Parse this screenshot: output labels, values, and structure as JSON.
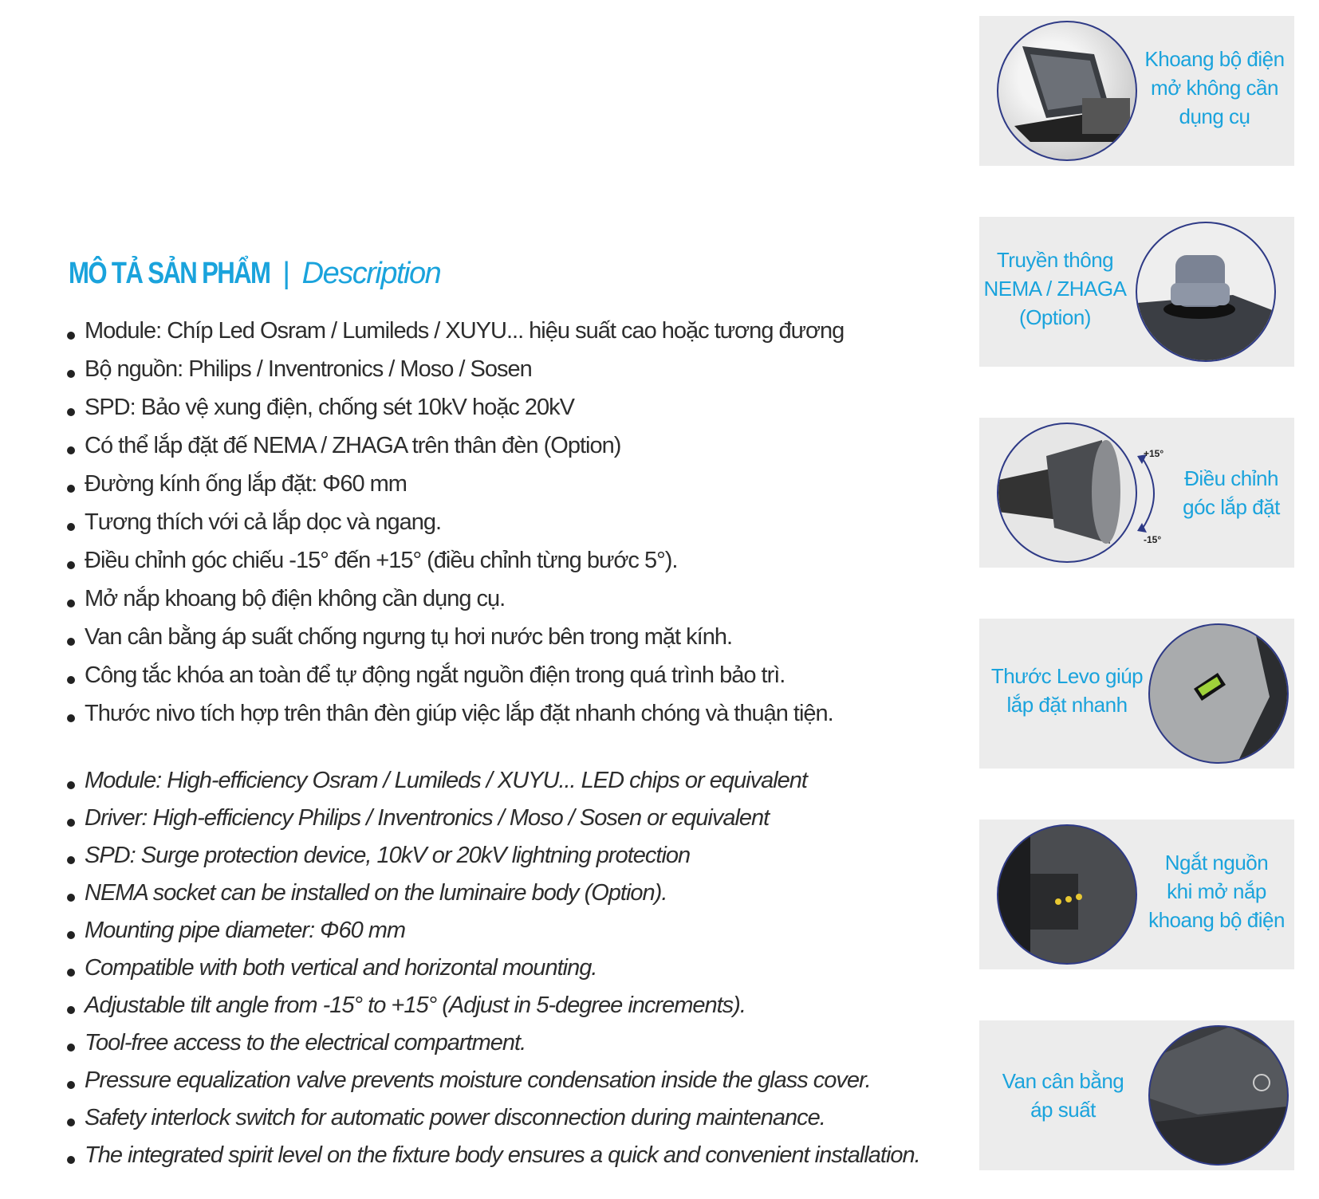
{
  "heading": {
    "vi": "MÔ TẢ SẢN PHẨM",
    "separator": "|",
    "en": "Description"
  },
  "vi_bullets": [
    "Module: Chíp Led Osram / Lumileds / XUYU... hiệu suất cao hoặc tương đương",
    "Bộ nguồn: Philips / Inventronics / Moso / Sosen",
    "SPD: Bảo vệ xung điện, chống sét 10kV hoặc 20kV",
    "Có thể lắp đặt đế NEMA / ZHAGA trên thân đèn (Option)",
    "Đường kính ống lắp đặt: Φ60 mm",
    "Tương thích với cả lắp dọc và ngang.",
    "Điều chỉnh góc chiếu -15° đến +15° (điều chỉnh từng bước 5°).",
    "Mở nắp khoang bộ điện không cần dụng cụ.",
    "Van cân bằng áp suất chống ngưng tụ hơi nước bên trong mặt kính.",
    "Công tắc khóa an toàn để tự động ngắt nguồn điện trong quá trình bảo trì.",
    "Thước nivo tích hợp trên thân đèn giúp việc lắp đặt nhanh chóng và thuận tiện."
  ],
  "en_bullets": [
    "Module: High-efficiency Osram / Lumileds  / XUYU...  LED chips or equivalent",
    "Driver: High-efficiency Philips / Inventronics / Moso / Sosen or equivalent",
    "SPD: Surge protection device, 10kV or 20kV lightning protection",
    "NEMA socket can be installed on the luminaire body (Option).",
    "Mounting pipe diameter: Φ60 mm",
    "Compatible with both vertical and horizontal mounting.",
    "Adjustable tilt angle from -15° to +15° (Adjust in 5-degree increments).",
    "Tool-free access to the electrical compartment.",
    "Pressure equalization valve prevents moisture condensation inside the glass cover.",
    "Safety interlock switch for automatic power disconnection during maintenance.",
    "The integrated spirit level on the fixture body ensures a quick and convenient installation."
  ],
  "features": [
    {
      "lines": [
        "Khoang bộ điện",
        "mở không cần",
        "dụng cụ"
      ],
      "icon": "compartment-image"
    },
    {
      "lines": [
        "Truyền thông",
        "NEMA / ZHAGA",
        "(Option)"
      ],
      "icon": "nema-socket-image"
    },
    {
      "lines": [
        "Điều chỉnh",
        "góc lắp đặt"
      ],
      "icon": "tilt-joint-image",
      "angle_top": "+15°",
      "angle_bottom": "-15°"
    },
    {
      "lines": [
        "Thước Levo giúp",
        "lắp đặt nhanh"
      ],
      "icon": "spirit-level-image"
    },
    {
      "lines": [
        "Ngắt nguồn",
        "khi mở nắp",
        "khoang bộ điện"
      ],
      "icon": "interlock-switch-image"
    },
    {
      "lines": [
        "Van cân bằng",
        "áp suất"
      ],
      "icon": "pressure-valve-image"
    }
  ],
  "colors": {
    "accent": "#1aa3dc",
    "circle_border": "#2e3a86",
    "panel_bg": "#ececec"
  }
}
